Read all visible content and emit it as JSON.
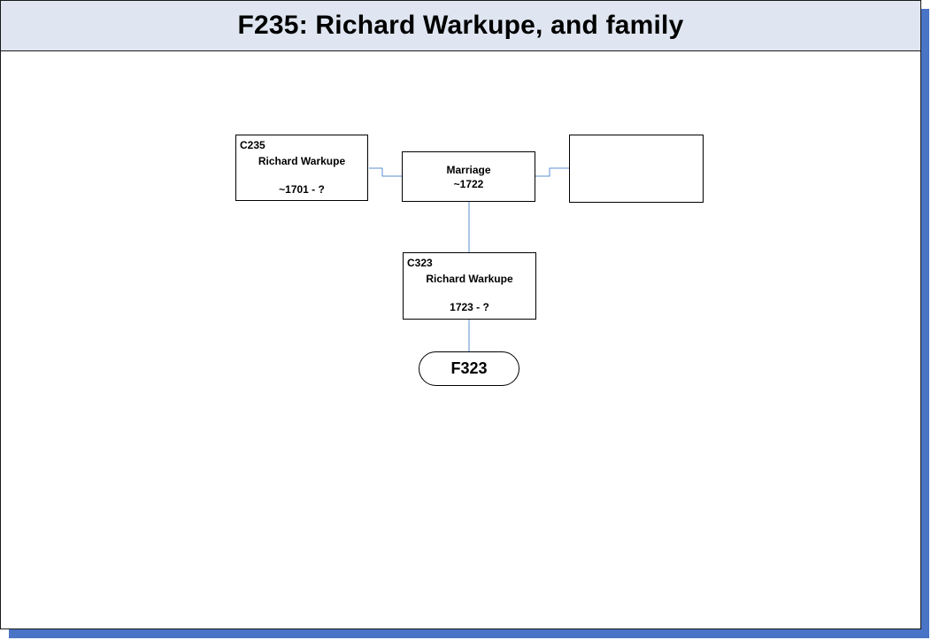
{
  "title": "F235: Richard Warkupe, and family",
  "husband": {
    "id": "C235",
    "name": "Richard Warkupe",
    "dates": "~1701 - ?"
  },
  "marriage": {
    "label": "Marriage",
    "date": "~1722"
  },
  "wife": {
    "id": "",
    "name": "",
    "dates": ""
  },
  "child": {
    "id": "C323",
    "name": "Richard Warkupe",
    "dates": "1723 - ?"
  },
  "child_family_link": {
    "label": "F323"
  },
  "colors": {
    "title_background": "#dfe6f1",
    "connector": "#5b8fd0",
    "page_shadow": "#4a74c6"
  }
}
